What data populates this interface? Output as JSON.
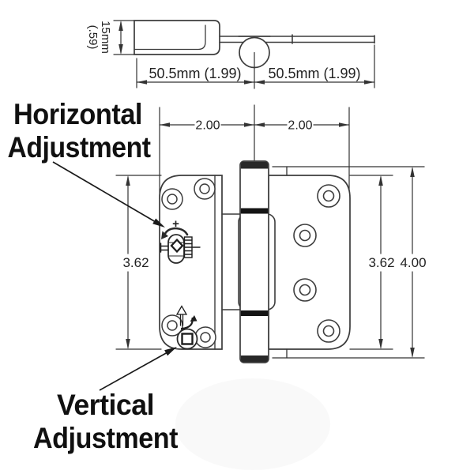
{
  "title_labels": {
    "horizontal": {
      "line1": "Horizontal",
      "line2": "Adjustment"
    },
    "vertical": {
      "line1": "Vertical",
      "line2": "Adjustment"
    }
  },
  "top_view": {
    "thickness_mm": "15mm",
    "thickness_in": "(.59)",
    "width_left": "50.5mm (1.99)",
    "width_right": "50.5mm (1.99)"
  },
  "front_view": {
    "offset_left": "2.00",
    "offset_right": "2.00",
    "leaf_height_left": "3.62",
    "leaf_height_right": "3.62",
    "overall_height": "4.00",
    "plus_symbol": "+"
  },
  "colors": {
    "line": "#3c3c3c",
    "dimension": "#333333",
    "text": "#1a1a1a",
    "band": "#141414",
    "cap": "#282828",
    "background": "#ffffff"
  }
}
